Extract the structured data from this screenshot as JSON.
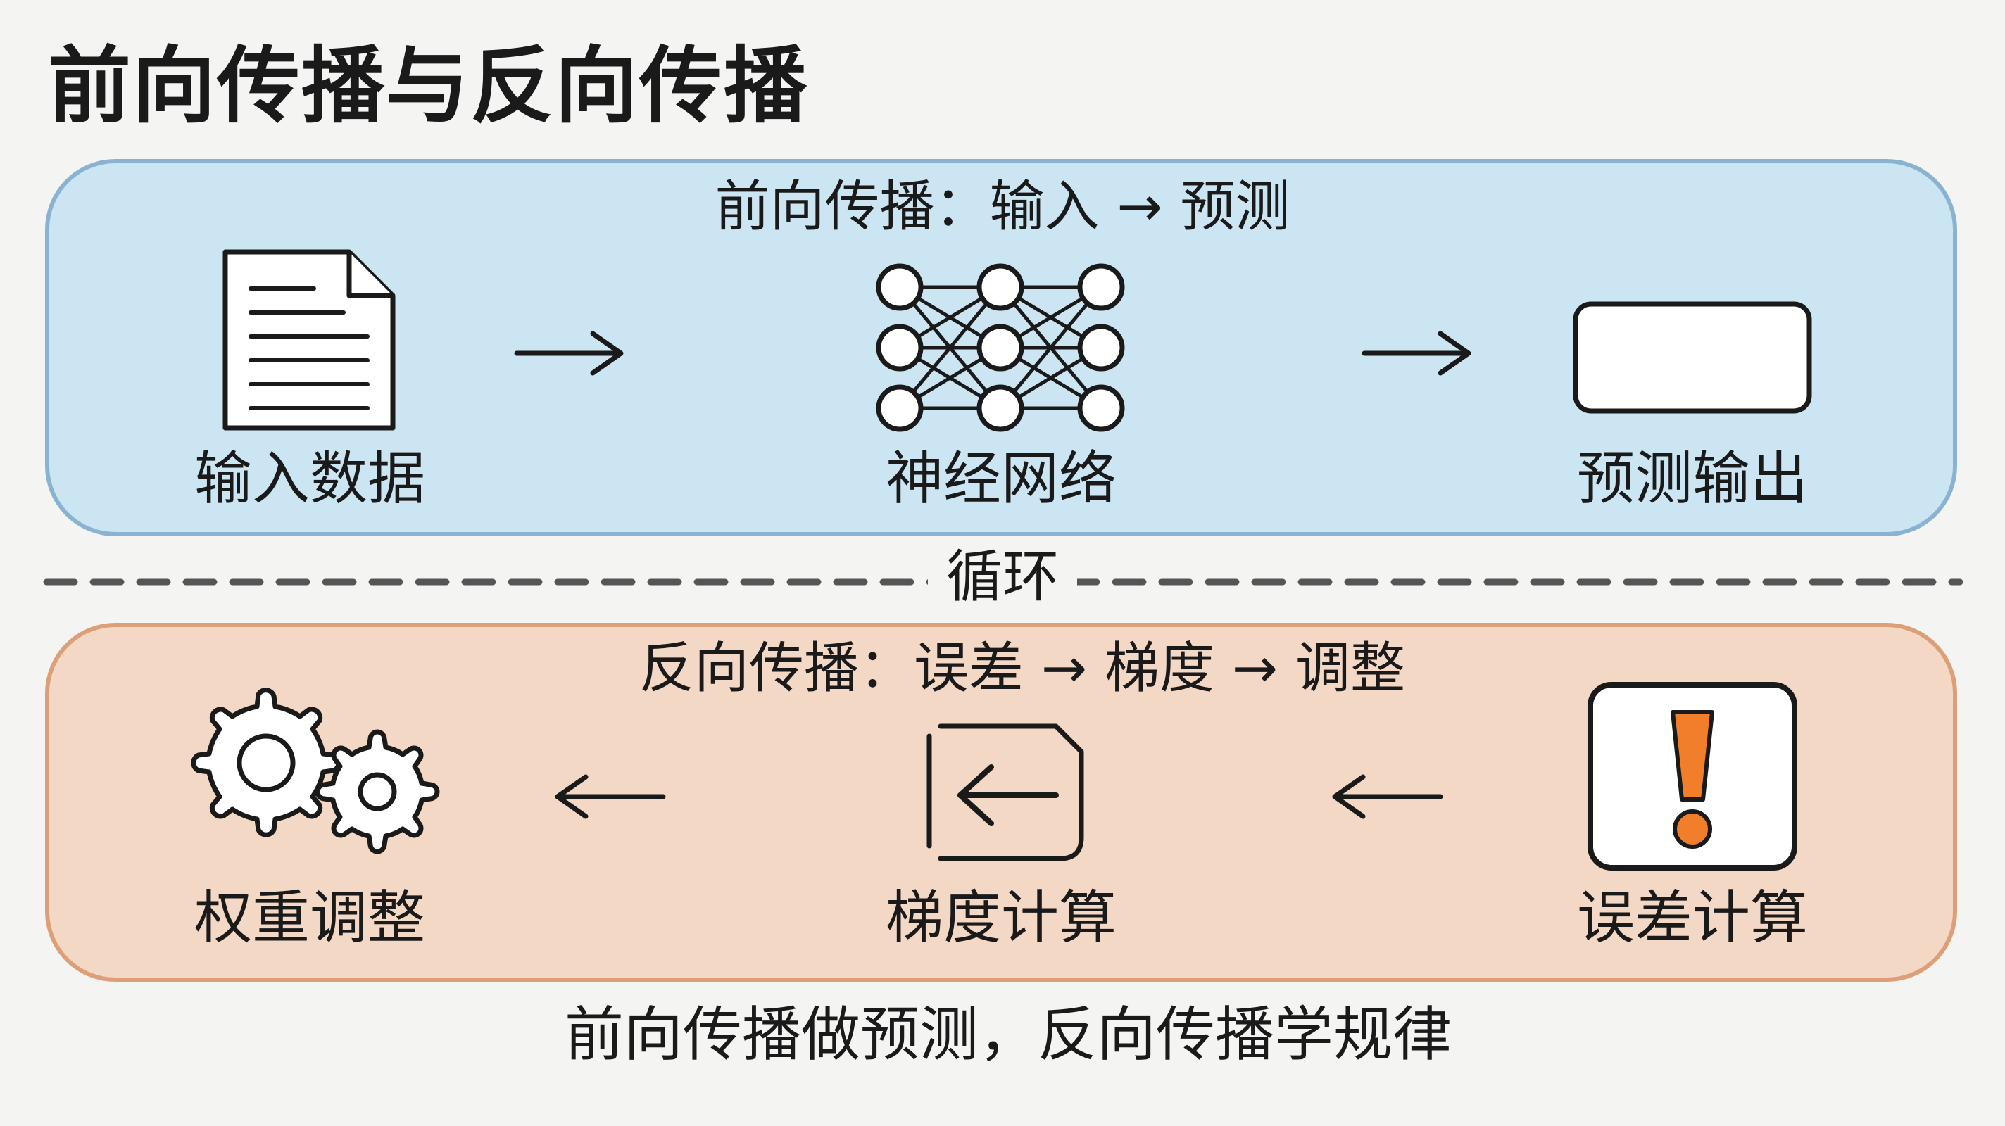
{
  "title": "前向传播与反向传播",
  "forward": {
    "caption": "前向传播：输入 → 预测",
    "nodes": [
      {
        "label": "输入数据",
        "icon": "document-icon"
      },
      {
        "label": "神经网络",
        "icon": "neural-network-icon"
      },
      {
        "label": "预测输出",
        "icon": "output-box-icon"
      }
    ]
  },
  "loop_label": "循环",
  "backward": {
    "caption": "反向传播：误差 → 梯度 → 调整",
    "nodes": [
      {
        "label": "权重调整",
        "icon": "gears-icon"
      },
      {
        "label": "梯度计算",
        "icon": "gradient-arrow-icon"
      },
      {
        "label": "误差计算",
        "icon": "error-exclamation-icon"
      }
    ]
  },
  "summary": "前向传播做预测，反向传播学规律",
  "colors": {
    "forward_panel": "#cce5f3",
    "forward_border": "#8ab3d1",
    "backward_panel": "#f4d8c6",
    "backward_border": "#dc9f78",
    "error_accent": "#f07e2a"
  }
}
